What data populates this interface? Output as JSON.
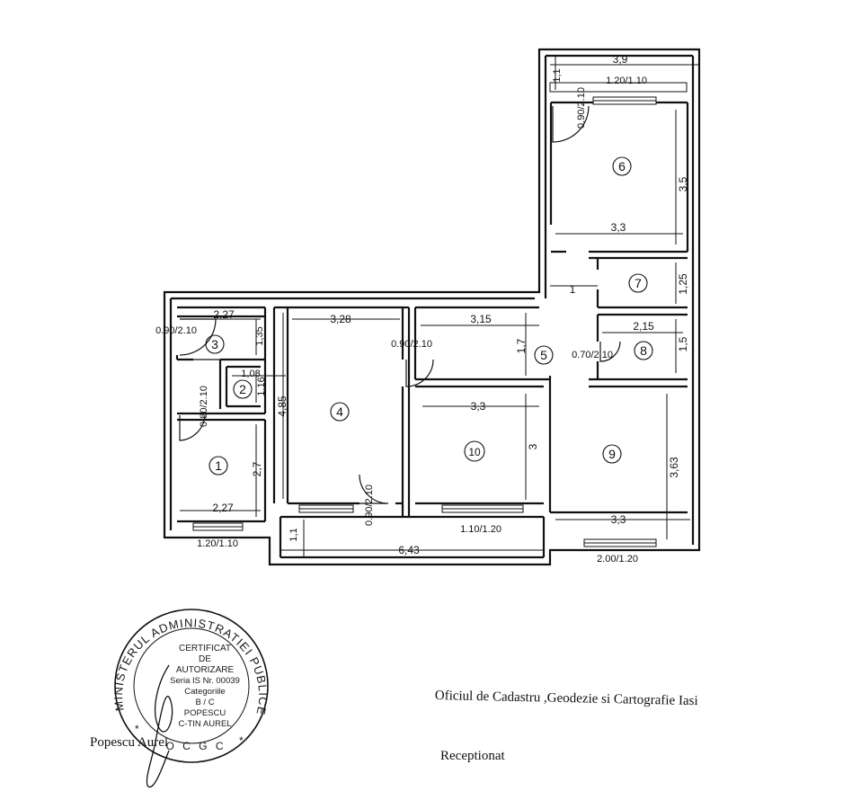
{
  "rooms": [
    {
      "id": "r1",
      "num": "1"
    },
    {
      "id": "r2",
      "num": "2"
    },
    {
      "id": "r3",
      "num": "3"
    },
    {
      "id": "r4",
      "num": "4"
    },
    {
      "id": "r5",
      "num": "5"
    },
    {
      "id": "r6",
      "num": "6"
    },
    {
      "id": "r7",
      "num": "7"
    },
    {
      "id": "r8",
      "num": "8"
    },
    {
      "id": "r9",
      "num": "9"
    },
    {
      "id": "r10",
      "num": "10"
    }
  ],
  "dimensions": {
    "top_width": "3,9",
    "top_offset": "1,1",
    "r6_height": "3,5",
    "r6_width": "3,3",
    "r7_height": "1,25",
    "hall_short": "1",
    "r8_width": "2,15",
    "r8_height": "1,5",
    "r3_width": "2,27",
    "r3_height": "1,35",
    "r2_width": "1,03",
    "r2_height": "1,16",
    "r4_width": "3,28",
    "r4_height": "4,85",
    "r5_width": "3,15",
    "r5_height": "1,7",
    "r10_width": "3,3",
    "r10_height": "3",
    "r9_height": "3,63",
    "r9_width": "3,3",
    "r1_height": "2,7",
    "r1_width": "2,27",
    "bottom_length": "6,43",
    "bottom_offset": "1,1"
  },
  "openings": {
    "win_r6": "1.20/1.10",
    "door_r6": "0.90/2.10",
    "door_r3": "0.90/2.10",
    "door_r1": "0.80/2.10",
    "door_r4": "0.90/2.10",
    "door_r4_bottom": "0.90/2.10",
    "door_r8": "0.70/2.10",
    "win_r10": "1.10/1.20",
    "win_r1": "1.20/1.10",
    "win_r9": "2.00/1.20"
  },
  "stamp": {
    "ring_text": "MINISTERUL ADMINISTRATIEI PUBLICE",
    "lines": [
      "CERTIFICAT",
      "DE",
      "AUTORIZARE",
      "Seria IS Nr. 00039",
      "Categoriile",
      "B / C",
      "POPESCU",
      "C-TIN AUREL"
    ],
    "bottom": "O C G C"
  },
  "footer": {
    "signature_name": "Popescu Aurel",
    "office": "Oficiul de Cadastru ,Geodezie si Cartografie Iasi",
    "received": "Receptionat"
  }
}
